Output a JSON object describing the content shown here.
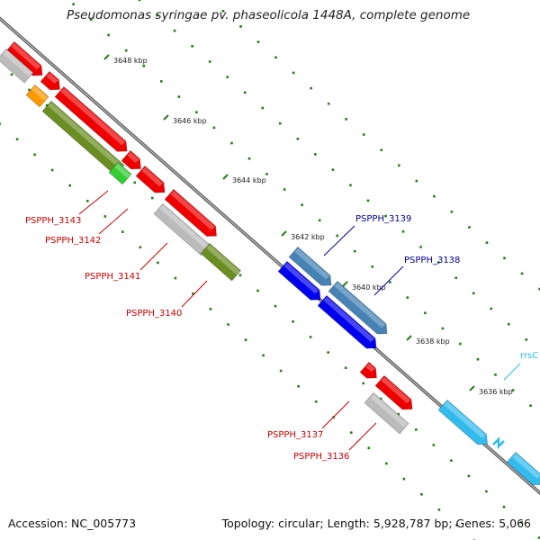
{
  "title": "Pseudomonas syringae pv. phaseolicola 1448A, complete genome",
  "footer": {
    "accession": "Accession: NC_005773",
    "topology": "Topology: circular; Length: 5,928,787 bp; Genes: 5,066"
  },
  "scale_labels": [
    "3648 kbp",
    "3646 kbp",
    "3644 kbp",
    "3642 kbp",
    "3640 kbp",
    "3638 kbp",
    "3636 kbp"
  ],
  "gene_labels": [
    {
      "id": "PSPPH_3143",
      "text": "PSPPH_3143",
      "color": "#cc0000"
    },
    {
      "id": "PSPPH_3142",
      "text": "PSPPH_3142",
      "color": "#cc0000"
    },
    {
      "id": "PSPPH_3141",
      "text": "PSPPH_3141",
      "color": "#cc0000"
    },
    {
      "id": "PSPPH_3140",
      "text": "PSPPH_3140",
      "color": "#cc0000"
    },
    {
      "id": "PSPPH_3139",
      "text": "PSPPH_3139",
      "color": "#000099"
    },
    {
      "id": "PSPPH_3138",
      "text": "PSPPH_3138",
      "color": "#000099"
    },
    {
      "id": "PSPPH_3137",
      "text": "PSPPH_3137",
      "color": "#cc0000"
    },
    {
      "id": "PSPPH_3136",
      "text": "PSPPH_3136",
      "color": "#cc0000"
    },
    {
      "id": "rrsC",
      "text": "rrsC",
      "color": "#22bbee"
    }
  ],
  "colors": {
    "backbone": "#777777",
    "scale_dots": "#2a7a1a",
    "gene_red": "#ee0000",
    "gene_gray": "#bbbbbb",
    "gene_orange": "#ff9900",
    "gene_olive": "#6b8e23",
    "gene_green": "#33cc33",
    "gene_steel": "#4682b4",
    "gene_blue": "#0000ee",
    "gene_cyan": "#33bbee"
  }
}
